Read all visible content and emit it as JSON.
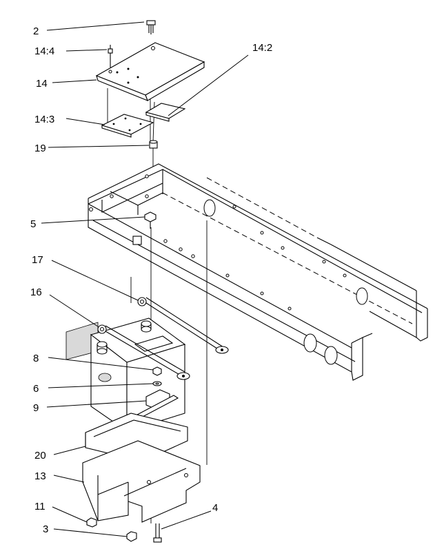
{
  "callouts": {
    "c2": "2",
    "c14_4": "14:4",
    "c14_2": "14:2",
    "c14": "14",
    "c14_3": "14:3",
    "c19": "19",
    "c5": "5",
    "c17": "17",
    "c16": "16",
    "c8": "8",
    "c6": "6",
    "c9": "9",
    "c20": "20",
    "c13": "13",
    "c11": "11",
    "c4": "4",
    "c3": "3"
  }
}
